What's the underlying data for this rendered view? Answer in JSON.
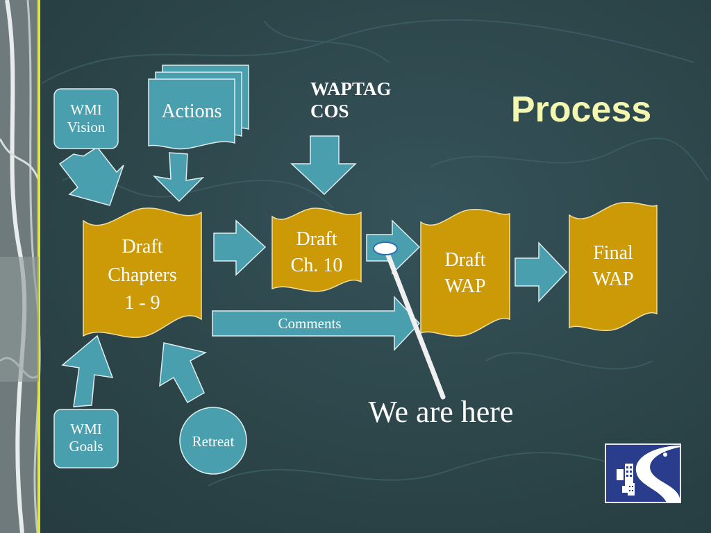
{
  "slide": {
    "title": "Process",
    "waptag_cos": {
      "line1": "WAPTAG",
      "line2": "COS"
    },
    "you_are_here": "We are here",
    "colors": {
      "teal_box": "#4a9fae",
      "gold_doc": "#cc9a06",
      "title_text": "#f4f7b0",
      "logo_bg": "#2a3c8c"
    }
  },
  "nodes": {
    "wmi_vision": {
      "line1": "WMI",
      "line2": "Vision"
    },
    "actions": {
      "label": "Actions"
    },
    "draft_chapters": {
      "line1": "Draft",
      "line2": "Chapters",
      "line3": "1 - 9"
    },
    "draft_ch10": {
      "line1": "Draft",
      "line2": "Ch. 10"
    },
    "draft_wap": {
      "line1": "Draft",
      "line2": "WAP"
    },
    "final_wap": {
      "line1": "Final",
      "line2": "WAP"
    },
    "comments": {
      "label": "Comments"
    },
    "wmi_goals": {
      "line1": "WMI",
      "line2": "Goals"
    },
    "retreat": {
      "label": "Retreat"
    }
  },
  "logo": {
    "icon": "city-river-logo"
  }
}
